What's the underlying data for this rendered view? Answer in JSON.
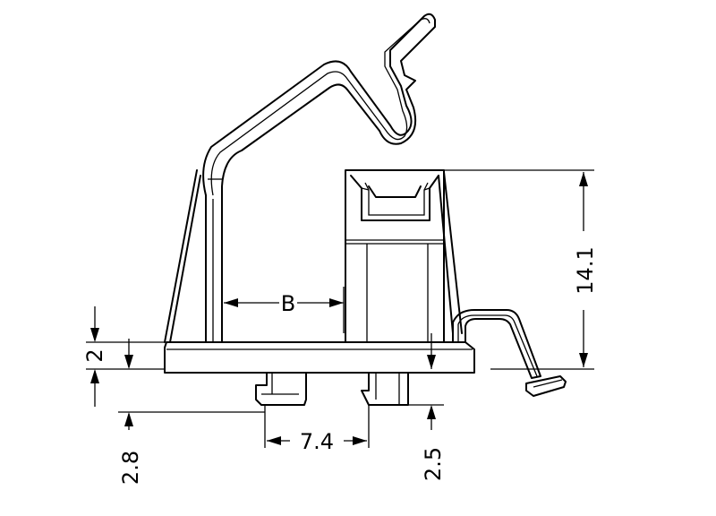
{
  "dimensions": {
    "height_total": "14.1",
    "flange_thickness": "2",
    "leg_depth": "2.8",
    "leg_spacing": "7.4",
    "right_leg_depth": "2.5",
    "clip_gap": "B"
  }
}
